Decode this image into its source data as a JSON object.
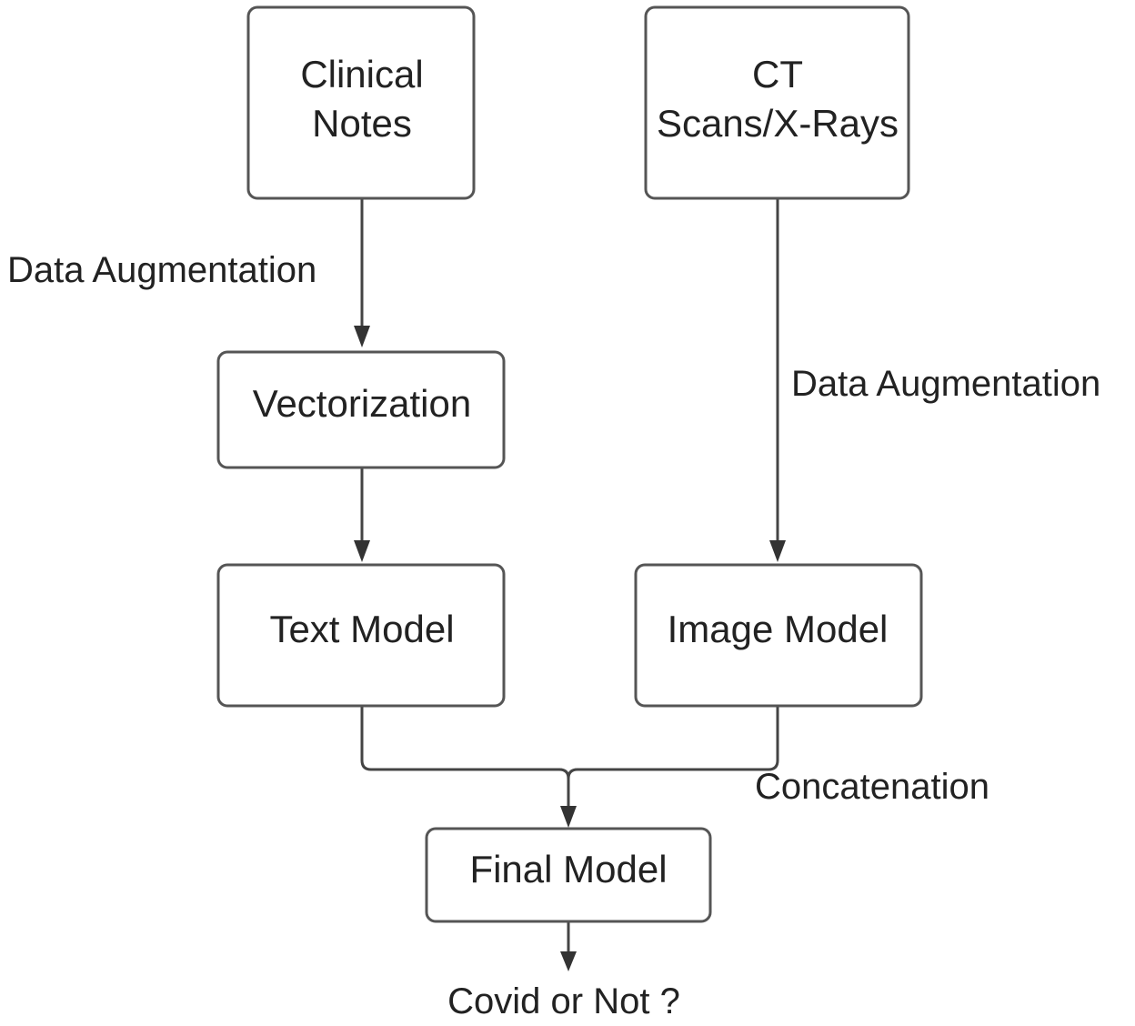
{
  "nodes": {
    "clinical_notes": {
      "lines": [
        "Clinical",
        "Notes"
      ]
    },
    "ct_scans": {
      "lines": [
        "CT",
        "Scans/X-Rays"
      ]
    },
    "vectorization": {
      "label": "Vectorization"
    },
    "text_model": {
      "label": "Text Model"
    },
    "image_model": {
      "label": "Image Model"
    },
    "final_model": {
      "label": "Final Model"
    }
  },
  "edges": {
    "notes_to_vectorization": {
      "label": "Data Augmentation"
    },
    "ct_to_image_model": {
      "label": "Data Augmentation"
    },
    "models_to_final": {
      "label": "Concatenation"
    }
  },
  "output": {
    "label": "Covid or Not ?"
  }
}
